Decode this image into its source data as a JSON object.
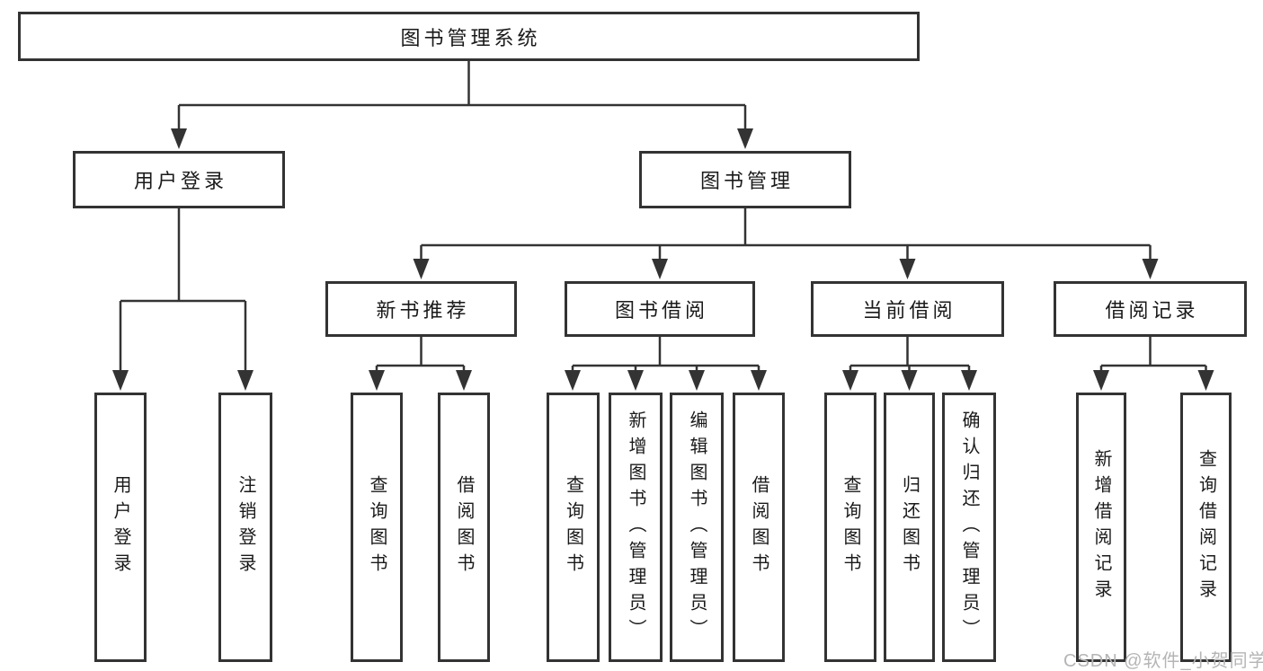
{
  "diagram": {
    "root": {
      "label": "图书管理系统"
    },
    "branches": [
      {
        "label": "用户登录",
        "children": [
          "用户登录",
          "注销登录"
        ]
      },
      {
        "label": "图书管理",
        "sections": [
          {
            "label": "新书推荐",
            "children": [
              "查询图书",
              "借阅图书"
            ]
          },
          {
            "label": "图书借阅",
            "children": [
              "查询图书",
              "新增图书（管理员）",
              "编辑图书（管理员）",
              "借阅图书"
            ]
          },
          {
            "label": "当前借阅",
            "children": [
              "查询图书",
              "归还图书",
              "确认归还（管理员）"
            ]
          },
          {
            "label": "借阅记录",
            "children": [
              "新增借阅记录",
              "查询借阅记录"
            ]
          }
        ]
      }
    ],
    "line_color": "#333333",
    "watermark": "CSDN @软件_小贺同学"
  }
}
